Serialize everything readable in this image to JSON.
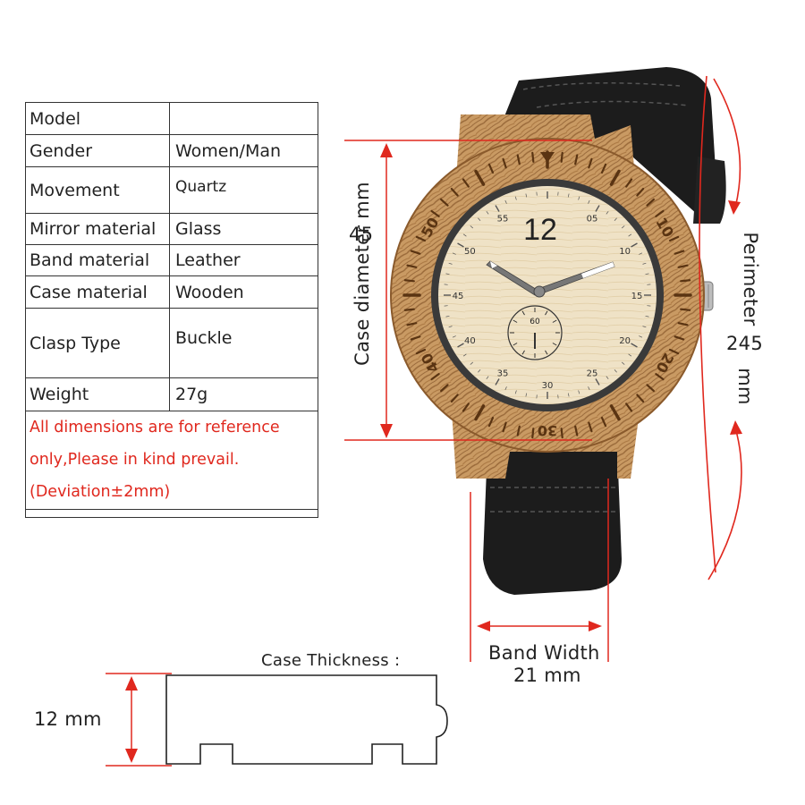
{
  "specs": {
    "rows": [
      {
        "label": "Model",
        "value": ""
      },
      {
        "label": "Gender",
        "value": "Women/Man"
      },
      {
        "label": "Movement",
        "value": "Quartz"
      },
      {
        "label": "Mirror material",
        "value": "Glass"
      },
      {
        "label": "Band material",
        "value": "Leather"
      },
      {
        "label": "Case material",
        "value": "Wooden"
      },
      {
        "label": "Clasp Type",
        "value": "Buckle"
      },
      {
        "label": "Weight",
        "value": "27g"
      }
    ],
    "note": "All dimensions are for reference only,Please in kind prevail. (Deviation±2mm)"
  },
  "dimensions": {
    "case_diameter_label": "Case diameter  mm",
    "case_diameter_value": "45",
    "perimeter_label": "Perimeter",
    "perimeter_value": "245",
    "perimeter_unit": "mm",
    "band_width_label": "Band Width",
    "band_width_value": "21 mm",
    "case_thickness_label": "Case Thickness :",
    "case_thickness_value": "12 mm"
  },
  "dial": {
    "twelve": "12",
    "minute_marks": [
      "05",
      "10",
      "15",
      "20",
      "25",
      "30",
      "35",
      "40",
      "45",
      "50",
      "55"
    ],
    "subdial_label": "60",
    "bezel_numbers": [
      "10",
      "20",
      "30",
      "40",
      "50"
    ]
  },
  "colors": {
    "accent": "#e0281e",
    "wood": "#c89a66",
    "wood_dark": "#7a4a22",
    "dial": "#efe2c6",
    "strap": "#1c1c1c"
  }
}
